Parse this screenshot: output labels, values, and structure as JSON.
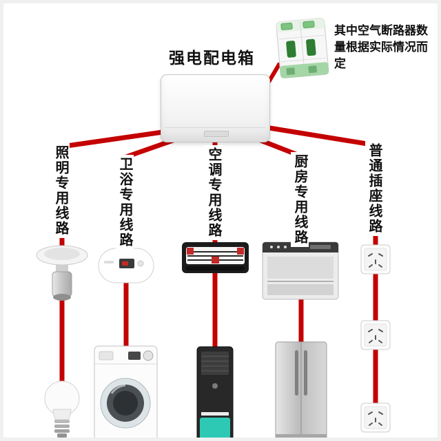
{
  "colors": {
    "wire": "#c40000",
    "accent_red": "#c62828",
    "accent_teal": "#2ec9b4",
    "breaker_green": "#7cc47f"
  },
  "panel": {
    "label": "强电配电箱"
  },
  "note": {
    "text": "其中空气断路器数量根据实际情况而定"
  },
  "circuits": [
    {
      "id": "lighting",
      "label": "照明专用线路",
      "devices": [
        "ceiling-lamp",
        "light-bulb"
      ]
    },
    {
      "id": "bathroom",
      "label": "卫浴专用线路",
      "devices": [
        "water-heater",
        "washing-machine"
      ]
    },
    {
      "id": "air-conditioner",
      "label": "空调专用线路",
      "devices": [
        "wall-ac-unit",
        "cabinet-ac-tower"
      ]
    },
    {
      "id": "kitchen",
      "label": "厨房专用线路",
      "devices": [
        "dishwasher",
        "refrigerator"
      ]
    },
    {
      "id": "sockets",
      "label": "普通插座线路",
      "devices": [
        "wall-socket",
        "wall-socket",
        "wall-socket"
      ]
    }
  ]
}
